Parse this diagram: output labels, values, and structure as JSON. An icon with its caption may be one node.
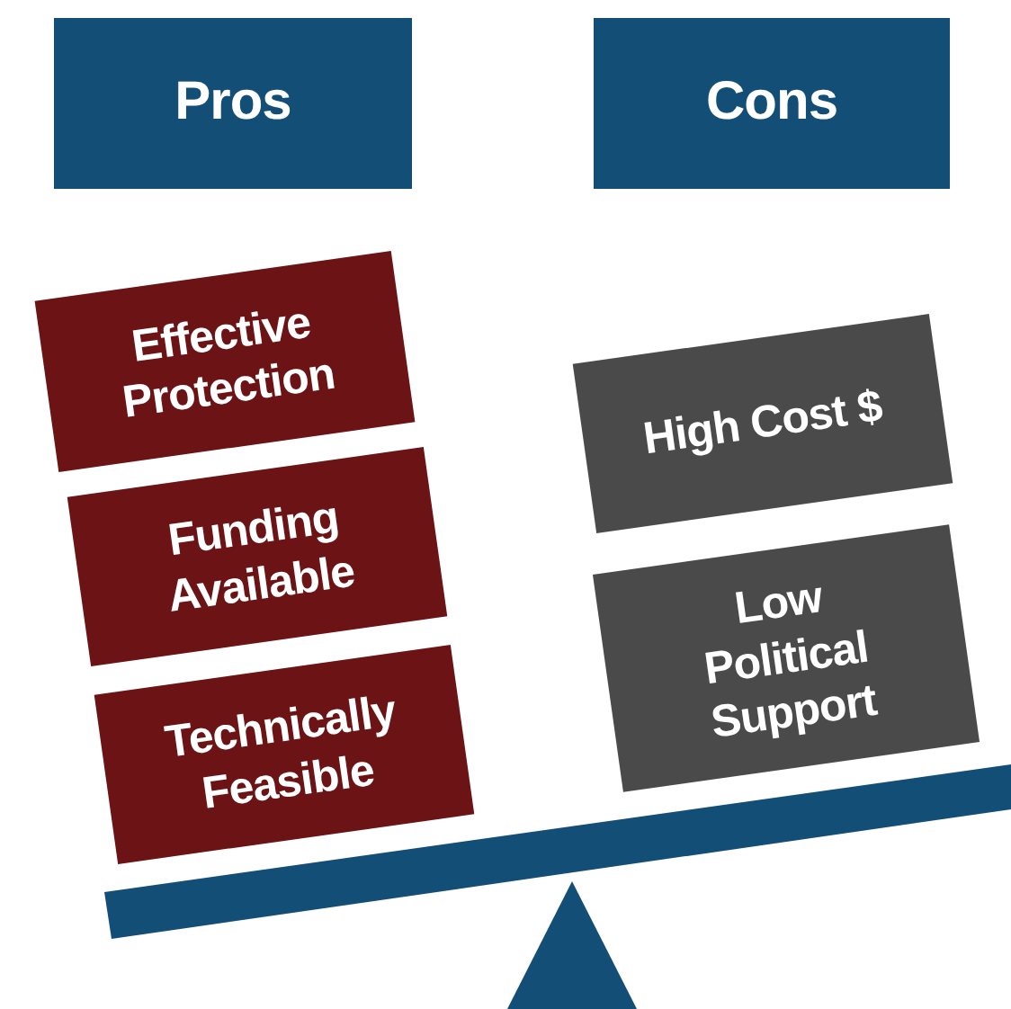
{
  "diagram": {
    "nodes": [
      {
        "text": [
          "Pros"
        ]
      },
      {
        "text": [
          "Cons"
        ]
      },
      {
        "text": [
          "Effective Protection"
        ]
      },
      {
        "text": [
          "Funding Available"
        ]
      },
      {
        "text": [
          "Technically Feasible"
        ]
      },
      {
        "text": [
          "High Cost $"
        ]
      },
      {
        "text": [
          "Low Political Support"
        ]
      }
    ]
  }
}
